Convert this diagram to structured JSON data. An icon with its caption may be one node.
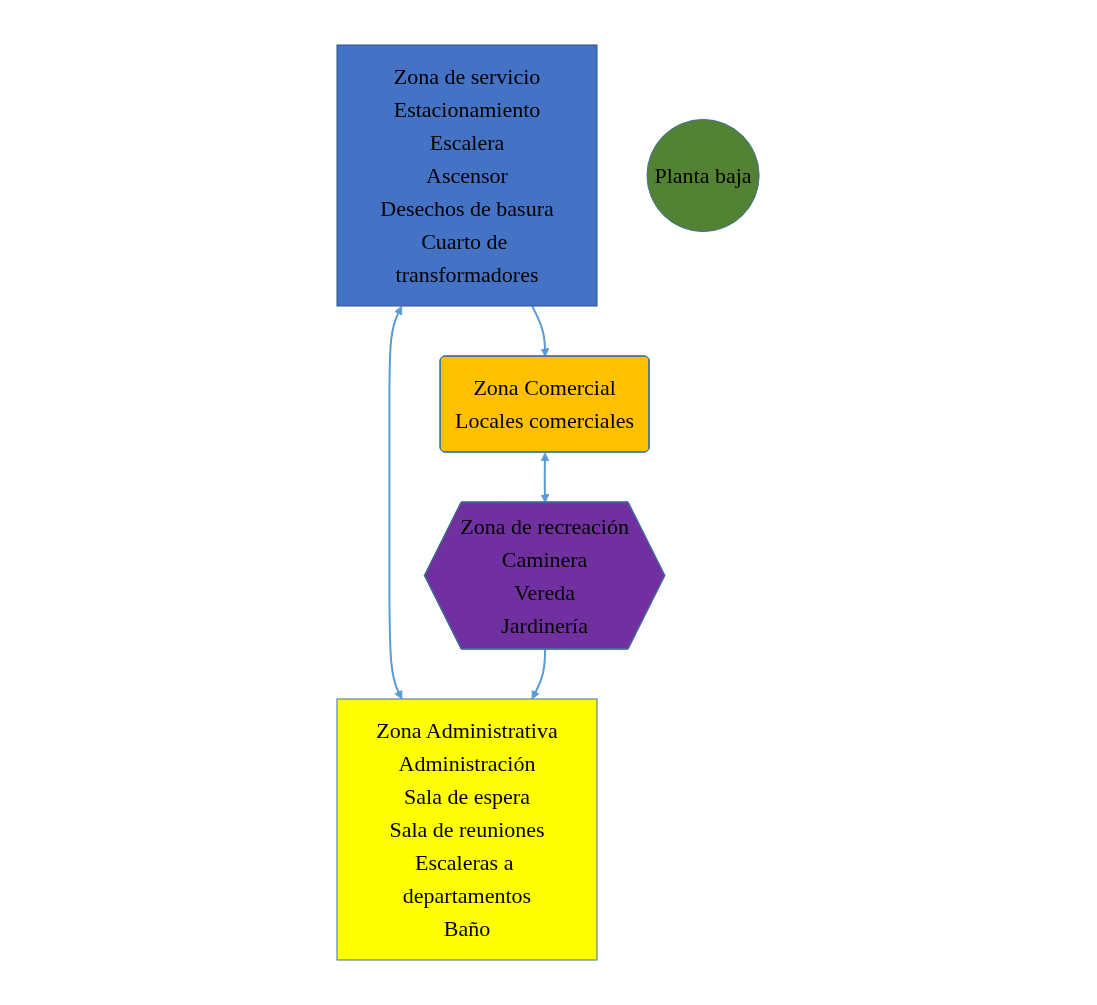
{
  "diagram": {
    "nodes": [
      {
        "text": [
          "Zona de servicio",
          "Estacionamiento",
          "Escalera",
          "Ascensor",
          "Desechos de basura",
          "Cuarto de transformadores"
        ]
      },
      {
        "text": [
          "Zona Administrativa",
          "Administración",
          "Sala de espera",
          "Sala de reuniones",
          "Escaleras a departamentos",
          "Baño"
        ]
      },
      {
        "text": [
          "Planta baja"
        ]
      },
      {
        "text": [
          "Zona Comercial",
          "Locales comerciales"
        ]
      },
      {
        "text": [
          "Zona de recreación",
          "Caminera",
          "Vereda",
          "Jardinería"
        ]
      }
    ],
    "edges": [
      {
        "from": 0,
        "to": 1,
        "arrow": "both"
      },
      {
        "from": 0,
        "to": 3,
        "arrow": "to"
      },
      {
        "from": 3,
        "to": 4,
        "arrow": "both"
      },
      {
        "from": 4,
        "to": 1,
        "arrow": "to"
      }
    ]
  }
}
